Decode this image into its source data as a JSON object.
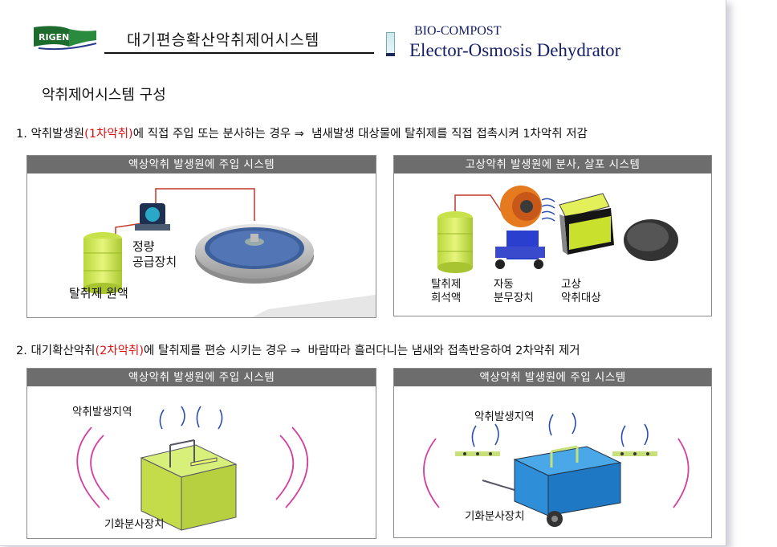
{
  "header": {
    "logo_text": "RIGEN",
    "title": "대기편승확산악취제어시스템",
    "bio": "BIO-COMPOST",
    "product": "Elector-Osmosis Dehydrator"
  },
  "section_title": "악취제어시스템 구성",
  "item1": {
    "prefix": "1. 악취발생원",
    "highlight": "(1차악취)",
    "middle": "에 직접 주입 또는 분사하는 경우 ⇒",
    "result": "냄새발생 대상물에 탈취제를 직접 접촉시켜 1차악취 저감"
  },
  "item2": {
    "prefix": "2. 대기확산악취",
    "highlight": "(2차악취)",
    "middle": "에 탈취제를 편승 시키는 경우 ⇒",
    "result": "바람따라 흘러다니는 냄새와 접촉반응하여 2차악취 제거"
  },
  "panels": {
    "p1": {
      "title": "액상악취 발생원에 주입 시스템",
      "label_pump": "정량\n공급장치",
      "label_tank": "탈취제 원액"
    },
    "p2": {
      "title": "고상악취 발생원에 분사, 살포 시스템",
      "label_tank": "탈취제\n희석액",
      "label_sprayer": "자동\n분무장치",
      "label_target": "고상\n악취대상"
    },
    "p3": {
      "title": "액상악취 발생원에 주입 시스템",
      "label_zone": "악취발생지역",
      "label_device": "기화분사장치"
    },
    "p4": {
      "title": "액상악취 발생원에 주입 시스템",
      "label_zone": "악취발생지역",
      "label_device": "기화분사장치"
    }
  },
  "colors": {
    "header_blue": "#151e66",
    "highlight_red": "#e01010",
    "panel_header": "#6d6d6d",
    "tank_green": "#d4ec5a",
    "device_blue": "#2e8fd8",
    "wave_magenta": "#d4409f",
    "arrow_blue": "#2a4fb0"
  }
}
